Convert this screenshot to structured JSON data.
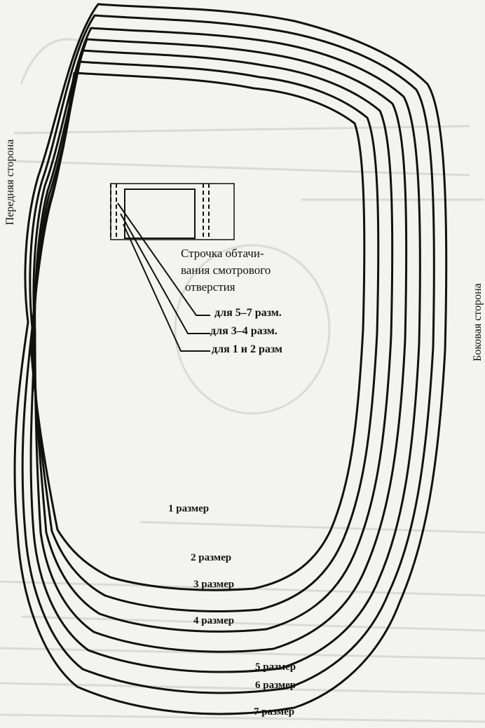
{
  "labels": {
    "front_side": "Передняя сторона",
    "side_side": "Боковая сторона"
  },
  "callout": {
    "line1": "Строчка обтачи-",
    "line2": "вания смотрового",
    "line3": "отверстия",
    "sizes_5_7": "для 5–7 разм.",
    "sizes_3_4": "для 3–4 разм.",
    "sizes_1_2": "для 1 и 2 разм"
  },
  "sizes": [
    "1 размер",
    "2 размер",
    "3 размер",
    "4 размер",
    "5 размер",
    "6 размер",
    "7 размер"
  ],
  "colors": {
    "ink": "#111111",
    "paper": "#f3f3f1",
    "bleed": "#cfcfcc"
  }
}
